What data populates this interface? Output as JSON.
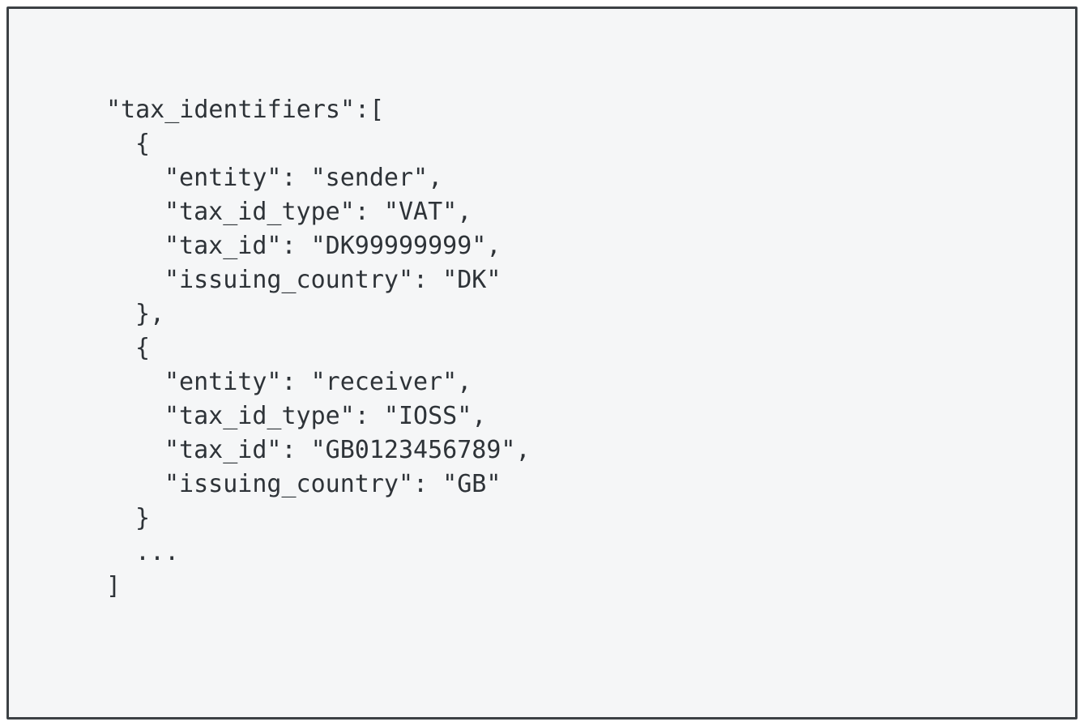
{
  "document": {
    "kind": "json-code-snippet",
    "background_color": "#f5f6f7",
    "border_color": "#3c4145",
    "text_color": "#2e3338"
  },
  "code": {
    "lines": [
      {
        "indent": 0,
        "text": "\"tax_identifiers\":["
      },
      {
        "indent": 1,
        "text": "{"
      },
      {
        "indent": 2,
        "text": "\"entity\": \"sender\","
      },
      {
        "indent": 2,
        "text": "\"tax_id_type\": \"VAT\","
      },
      {
        "indent": 2,
        "text": "\"tax_id\": \"DK99999999\","
      },
      {
        "indent": 2,
        "text": "\"issuing_country\": \"DK\""
      },
      {
        "indent": 1,
        "text": "},"
      },
      {
        "indent": 1,
        "text": "{"
      },
      {
        "indent": 2,
        "text": "\"entity\": \"receiver\","
      },
      {
        "indent": 2,
        "text": "\"tax_id_type\": \"IOSS\","
      },
      {
        "indent": 2,
        "text": "\"tax_id\": \"GB0123456789\","
      },
      {
        "indent": 2,
        "text": "\"issuing_country\": \"GB\""
      },
      {
        "indent": 1,
        "text": "}"
      },
      {
        "indent": 1,
        "text": "..."
      },
      {
        "indent": 0,
        "text": "]"
      }
    ],
    "parsed": {
      "key": "tax_identifiers",
      "value_type": "array",
      "truncated": true,
      "truncation_marker": "...",
      "items": [
        {
          "entity": "sender",
          "tax_id_type": "VAT",
          "tax_id": "DK99999999",
          "issuing_country": "DK"
        },
        {
          "entity": "receiver",
          "tax_id_type": "IOSS",
          "tax_id": "GB0123456789",
          "issuing_country": "GB"
        }
      ]
    }
  }
}
